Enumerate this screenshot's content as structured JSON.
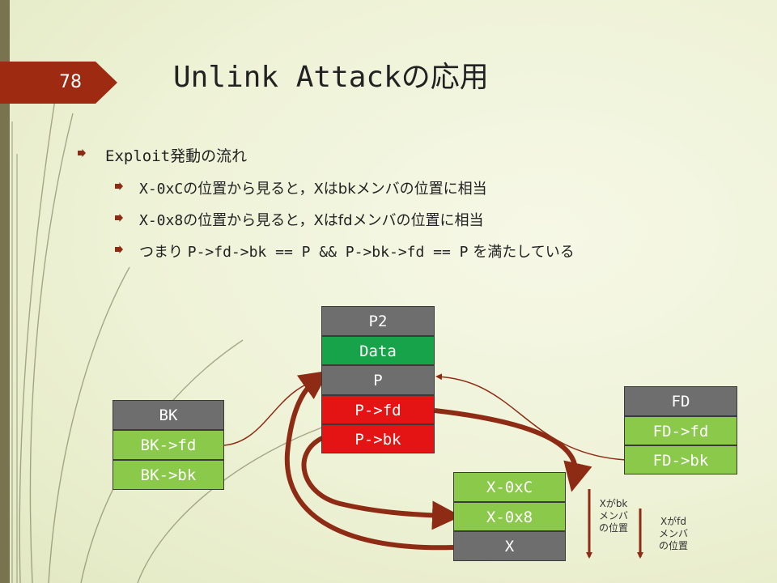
{
  "slide": {
    "number": "78",
    "title": "Unlink Attackの応用"
  },
  "bullets": [
    {
      "level": 1,
      "text": "Exploit発動の流れ"
    },
    {
      "level": 2,
      "code": "X-0xC",
      "text": "の位置から見ると，Xはbkメンバの位置に相当"
    },
    {
      "level": 2,
      "code": "X-0x8",
      "text": "の位置から見ると，Xはfdメンバの位置に相当"
    },
    {
      "level": 2,
      "pre": "つまり ",
      "code": "P->fd->bk == P && P->bk->fd == P",
      "text": " を満たしている"
    }
  ],
  "diagram": {
    "p2_chunk": [
      "P2",
      "Data",
      "P",
      "P->fd",
      "P->bk"
    ],
    "bk_chunk": [
      "BK",
      "BK->fd",
      "BK->bk"
    ],
    "fd_chunk": [
      "FD",
      "FD->fd",
      "FD->bk"
    ],
    "x_chunk": [
      "X-0xC",
      "X-0x8",
      "X"
    ],
    "note_bk": [
      "Xがbk",
      "メンバ",
      "の位置"
    ],
    "note_fd": [
      "Xがfd",
      "メンバ",
      "の位置"
    ]
  },
  "colors": {
    "accent": "#9e2a12",
    "arrow": "#8e2b14",
    "gray_cell": "#6e6e6e",
    "data_cell": "#16a34a",
    "light_green_cell": "#8ac94a",
    "red_cell": "#e41414"
  }
}
